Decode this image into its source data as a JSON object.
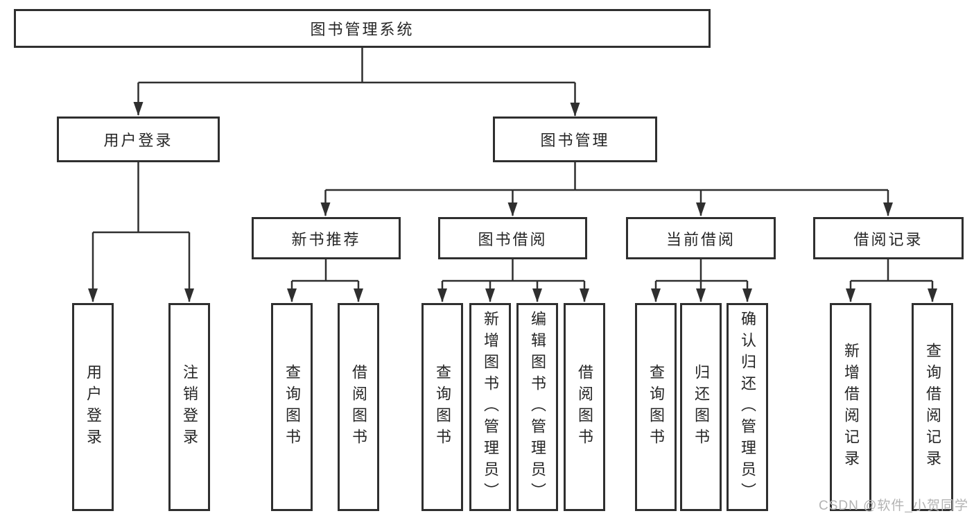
{
  "nodes": {
    "root": "图书管理系统",
    "user_login": "用户登录",
    "book_mgmt": "图书管理",
    "new_book_rec": "新书推荐",
    "book_borrow": "图书借阅",
    "current_borrow": "当前借阅",
    "borrow_records": "借阅记录",
    "leaf_user_login": "用户登录",
    "leaf_logout": "注销登录",
    "leaf_rec_query": "查询图书",
    "leaf_rec_borrow": "借阅图书",
    "leaf_bb_query": "查询图书",
    "leaf_bb_add": "新增图书（管理员）",
    "leaf_bb_edit": "编辑图书（管理员）",
    "leaf_bb_borrow": "借阅图书",
    "leaf_cb_query": "查询图书",
    "leaf_cb_return": "归还图书",
    "leaf_cb_confirm": "确认归还（管理员）",
    "leaf_br_add": "新增借阅记录",
    "leaf_br_query": "查询借阅记录"
  },
  "colors": {
    "line": "#2f2f2f",
    "text": "#262626",
    "watermark": "#b3b3b3",
    "background": "#ffffff"
  },
  "watermark": "CSDN @软件_小贺同学"
}
